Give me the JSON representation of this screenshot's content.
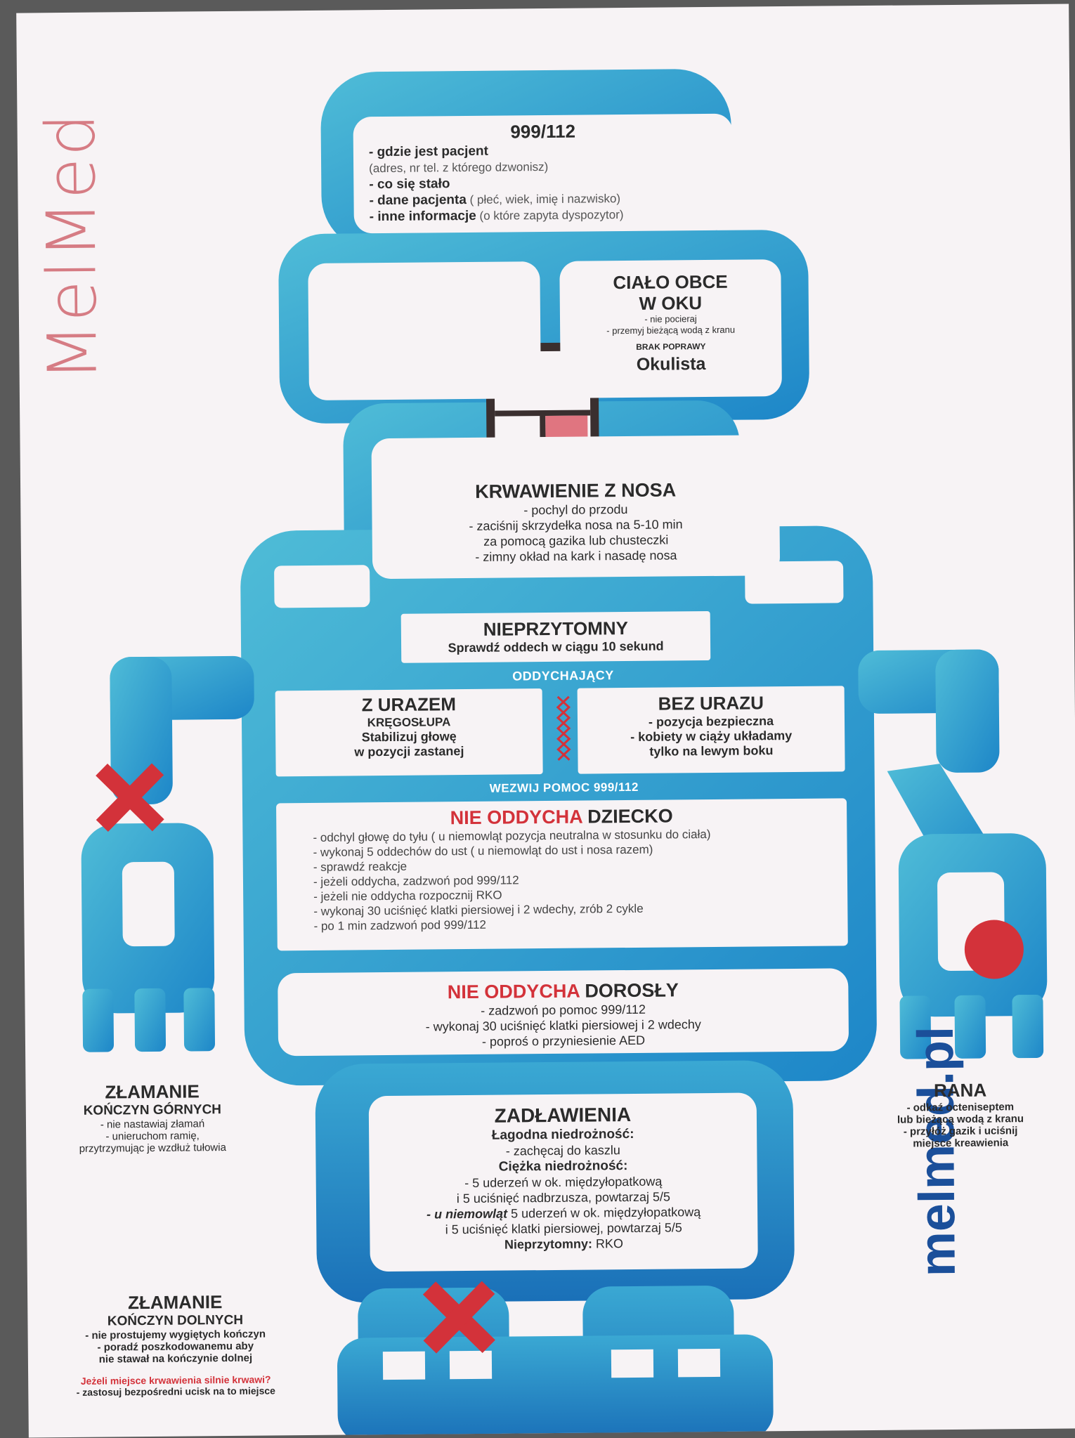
{
  "brand": {
    "logo_text": "MelMed",
    "url": "melmed.pl"
  },
  "colors": {
    "body_light": "#45b7d4",
    "body_dark": "#1f8ccc",
    "accent_red": "#d3323a",
    "eye_pink": "#e07580",
    "dark": "#3a2f2f"
  },
  "call": {
    "title": "999/112",
    "items": [
      {
        "bold": "- gdzie jest pacjent",
        "normal": ""
      },
      {
        "bold": "",
        "normal": "(adres, nr tel. z którego dzwonisz)"
      },
      {
        "bold": "- co się stało",
        "normal": ""
      },
      {
        "bold": "- dane pacjenta",
        "normal": " ( płeć, wiek, imię i nazwisko)"
      },
      {
        "bold": "- inne informacje",
        "normal": " (o które zapyta dyspozytor)"
      }
    ]
  },
  "eye": {
    "title1": "CIAŁO OBCE",
    "title2": "W OKU",
    "lines": [
      "- nie pocieraj",
      "- przemyj bieżącą wodą  z kranu"
    ],
    "sub": "BRAK POPRAWY",
    "doctor": "Okulista"
  },
  "nose": {
    "title": "KRWAWIENIE Z NOSA",
    "lines": [
      "- pochyl do przodu",
      "- zaciśnij skrzydełka nosa na 5-10 min",
      "za pomocą gazika lub chusteczki",
      "- zimny okład na kark i nasadę nosa"
    ]
  },
  "unconscious": {
    "title": "NIEPRZYTOMNY",
    "line": "Sprawdź oddech w ciągu 10 sekund"
  },
  "breathing_label": "ODDYCHAJĄCY",
  "with_injury": {
    "title": "Z URAZEM",
    "sub": "KRĘGOSŁUPA",
    "lines": [
      "Stabilizuj głowę",
      "w pozycji zastanej"
    ]
  },
  "without_injury": {
    "title": "BEZ URAZU",
    "lines": [
      "- pozycja bezpieczna",
      "- kobiety w ciąży układamy",
      "tylko na lewym boku"
    ]
  },
  "help_label": "WEZWIJ POMOC 999/112",
  "child": {
    "title_red": "NIE ODDYCHA",
    "title_dark": " DZIECKO",
    "lines": [
      "- odchyl głowę do tyłu ( u niemowląt pozycja neutralna w stosunku do ciała)",
      "- wykonaj 5 oddechów do ust ( u niemowląt do ust i nosa razem)",
      "- sprawdź reakcje",
      "- jeżeli oddycha, zadzwoń pod 999/112",
      "- jeżeli nie oddycha rozpocznij RKO",
      "- wykonaj 30 uciśnięć klatki piersiowej i 2 wdechy, zrób 2 cykle",
      "- po 1 min zadzwoń pod 999/112"
    ]
  },
  "adult": {
    "title_red": "NIE ODDYCHA",
    "title_dark": " DOROSŁY",
    "lines": [
      "- zadzwoń po pomoc 999/112",
      "- wykonaj 30 uciśnięć klatki piersiowej i 2 wdechy",
      "- poproś o przyniesienie AED"
    ]
  },
  "choking": {
    "title": "ZADŁAWIENIA",
    "mild": "Łagodna niedrożność:",
    "mild_line": "- zachęcaj do kaszlu",
    "severe": "Ciężka niedrożność:",
    "severe_lines": [
      "- 5 uderzeń w ok. międzyłopatkową",
      "i 5 uciśnięć nadbrzusza, powtarzaj 5/5"
    ],
    "infant_bold": "- u niemowląt",
    "infant_line": " 5 uderzeń w ok. międzyłopatkową",
    "infant_line2": "i 5 uciśnięć klatki piersiowej, powtarzaj 5/5",
    "unconscious_bold": "Nieprzytomny:",
    "unconscious_line": " RKO"
  },
  "upper_fracture": {
    "title": "ZŁAMANIE",
    "sub": "KOŃCZYN GÓRNYCH",
    "lines": [
      "- nie nastawiaj złamań",
      "- unieruchom ramię,",
      "przytrzymując je wzdłuż tułowia"
    ]
  },
  "wound": {
    "title": "RANA",
    "lines": [
      "- odkaź octeniseptem",
      "lub bieżącą wodą z kranu",
      "- przyłóż gazik i uciśnij",
      "miejsce kreawienia"
    ]
  },
  "lower_fracture": {
    "title": "ZŁAMANIE",
    "sub": "KOŃCZYN DOLNYCH",
    "lines": [
      "- nie prostujemy wygiętych kończyn",
      "- poradź poszkodowanemu aby",
      "nie stawał na kończynie dolnej"
    ],
    "warn": "Jeżeli miejsce krwawienia silnie krwawi?",
    "warn_line": "- zastosuj bezpośredni ucisk na to miejsce"
  }
}
